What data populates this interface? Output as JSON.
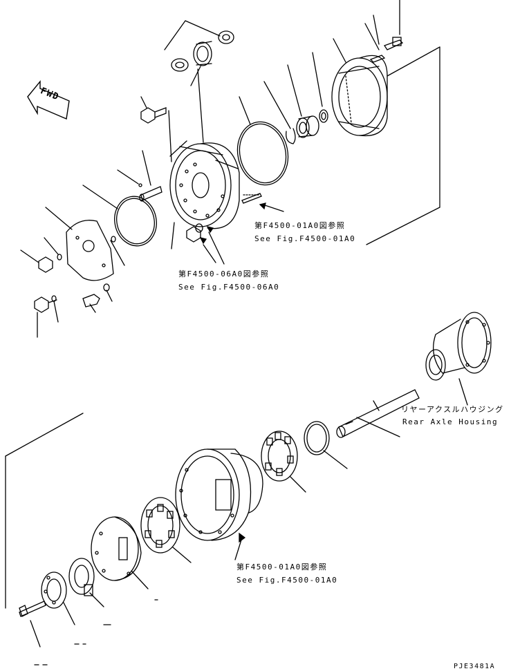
{
  "diagram": {
    "fwd_label": "FWD",
    "ref_upper": {
      "ja": "第F4500-01A0図参照",
      "en": "See Fig.F4500-01A0"
    },
    "ref_middle": {
      "ja": "第F4500-06A0図参照",
      "en": "See Fig.F4500-06A0"
    },
    "ref_lower": {
      "ja": "第F4500-01A0図参照",
      "en": "See Fig.F4500-01A0"
    },
    "housing": {
      "ja": "リヤーアクスルハウジング",
      "en": "Rear Axle Housing"
    },
    "drawing_id": "PJE3481A"
  },
  "colors": {
    "ink": "#000000",
    "paper": "#ffffff"
  }
}
